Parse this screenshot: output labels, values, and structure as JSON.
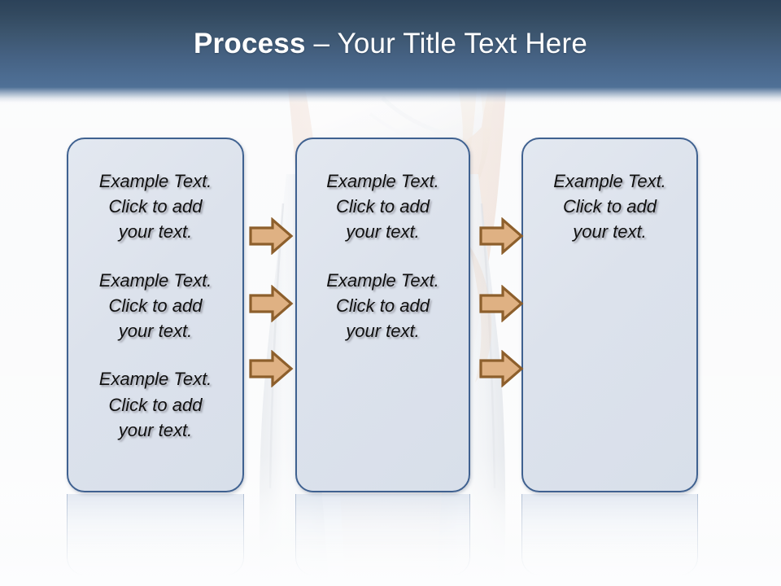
{
  "slide": {
    "title": {
      "strong": "Process",
      "rest": " – Your Title Text Here"
    },
    "theme": {
      "header_top": "#2c4259",
      "header_bottom": "#4f7096",
      "box_fill": "#dce2ec",
      "box_border": "#3f6190",
      "arrow_fill": "#dfb183",
      "arrow_stroke": "#8d5f2c",
      "background": "#f7f8fa",
      "text_color": "#101010"
    },
    "boxes": [
      {
        "name": "process-box-1",
        "blocks": [
          "Example Text.\nClick  to add\nyour text.",
          "Example Text.\nClick  to add\nyour text.",
          "Example Text.\nClick  to add\nyour text."
        ]
      },
      {
        "name": "process-box-2",
        "blocks": [
          "Example Text.\nClick  to add\nyour text.",
          "Example Text.\nClick  to add\nyour text."
        ]
      },
      {
        "name": "process-box-3",
        "blocks": [
          "Example Text.\nClick  to add\nyour text."
        ]
      }
    ],
    "arrow_groups": [
      {
        "name": "arrow-group-1",
        "count": 3
      },
      {
        "name": "arrow-group-2",
        "count": 3
      }
    ]
  }
}
